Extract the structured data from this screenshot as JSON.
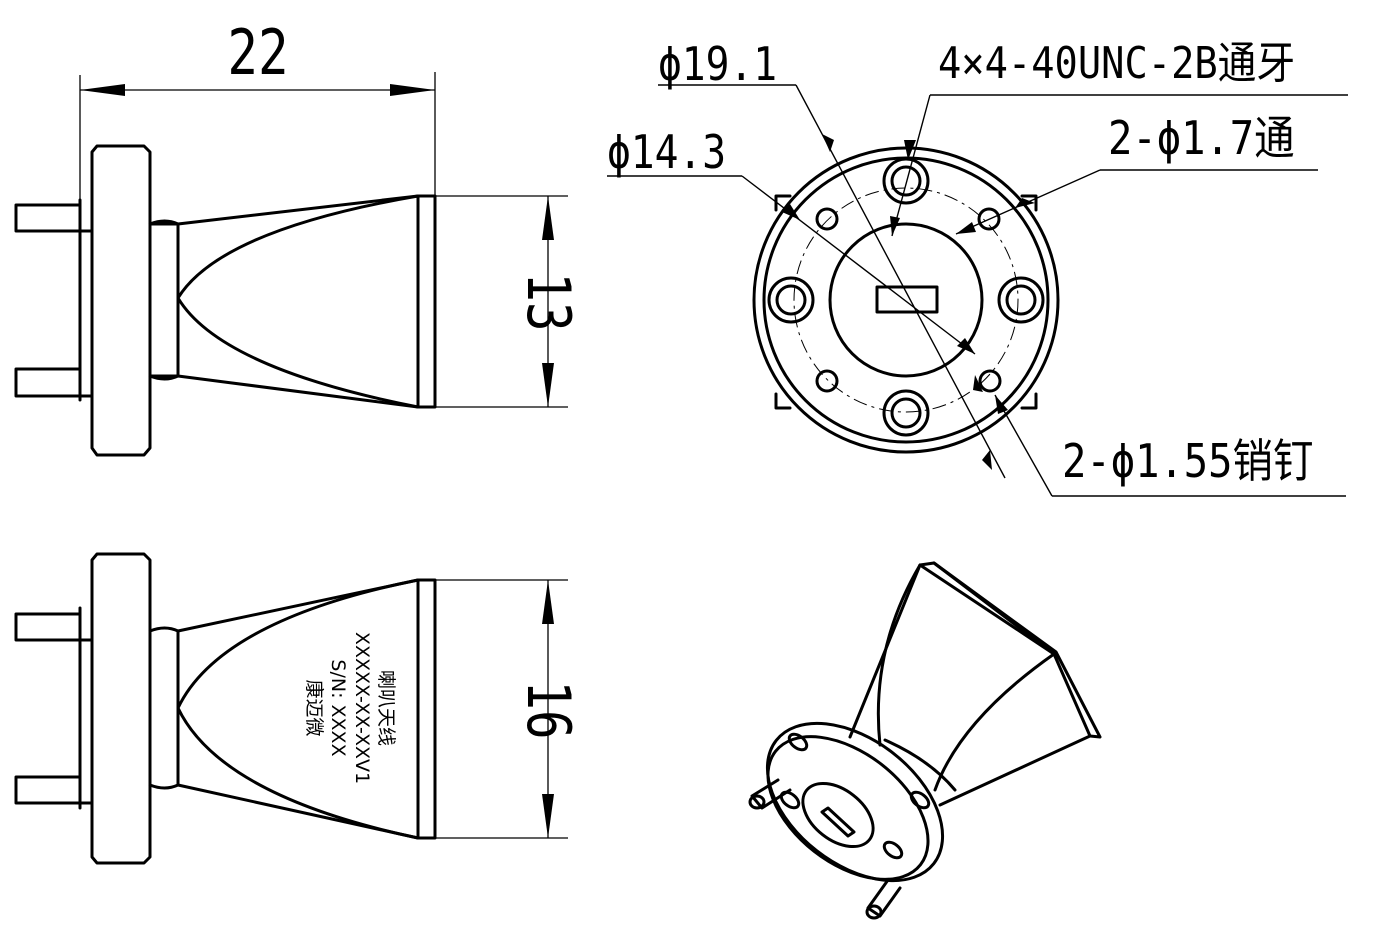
{
  "drawing": {
    "dimensions": {
      "length": "22",
      "aperture_height": "13",
      "aperture_width": "16"
    },
    "callouts": {
      "bolt_circle": "ϕ19.1",
      "pin_circle": "ϕ14.3",
      "thread_holes": "4×4-40UNC-2B通牙",
      "through_holes": "2-ϕ1.7通",
      "dowel_pins": "2-ϕ1.55销钉"
    },
    "engraving": {
      "line1": "喇叭天线",
      "line2": "XXXXX-XX-XXV1",
      "line3": "S/N: XXXX",
      "line4": "康迈微"
    }
  }
}
